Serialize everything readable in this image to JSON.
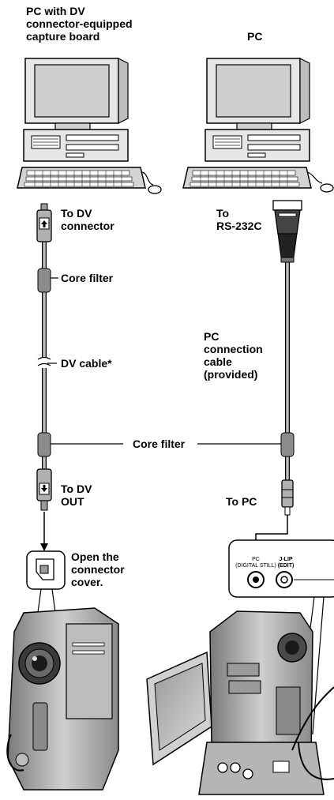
{
  "labels": {
    "pc_left_title": "PC with DV\nconnector-equipped\ncapture board",
    "pc_right_title": "PC",
    "to_dv_connector": "To DV\nconnector",
    "core_filter_top": "Core filter",
    "dv_cable": "DV cable*",
    "core_filter_mid": "Core filter",
    "to_dv_out": "To DV\nOUT",
    "open_cover": "Open the\nconnector\ncover.",
    "to_rs232c": "To\nRS-232C",
    "pc_connection_cable": "PC\nconnection\ncable\n(provided)",
    "to_pc": "To PC"
  },
  "jack_labels": {
    "pc_jack": "PC\n(DIGITAL STILL)",
    "jlip_jack": "J-LIP\n(EDIT)"
  },
  "icons": [
    "computer-icon",
    "keyboard-icon",
    "mouse-icon",
    "dv-plug-icon",
    "serial-plug-icon",
    "mini-plug-icon",
    "camcorder-icon",
    "docking-station-icon"
  ]
}
